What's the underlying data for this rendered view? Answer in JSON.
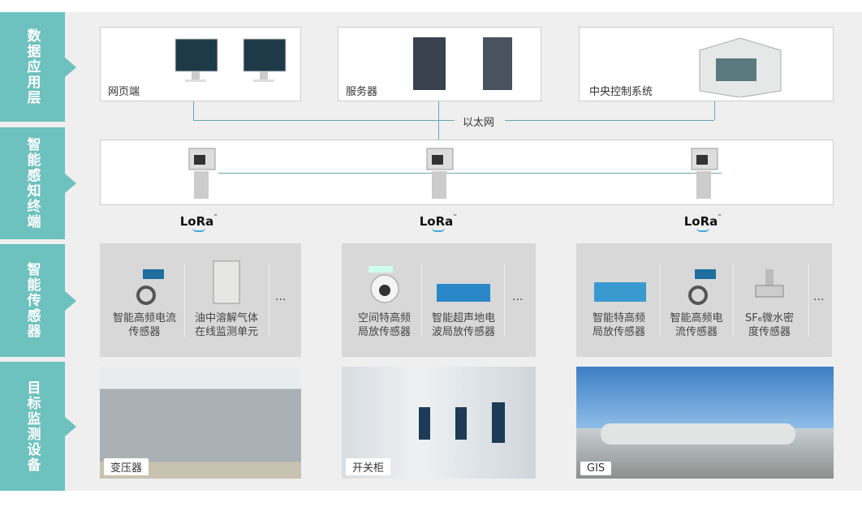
{
  "layers": [
    "数据应用层",
    "智能感知终端",
    "智能传感器",
    "目标监测设备"
  ],
  "application": {
    "items": [
      "网页端",
      "服务器",
      "中央控制系统"
    ],
    "network": "以太网"
  },
  "terminal": {
    "lora_label": "LoRa",
    "tm": "™"
  },
  "sensors": [
    {
      "items": [
        "智能高频电流\n传感器",
        "油中溶解气体\n在线监测单元"
      ],
      "more": "..."
    },
    {
      "items": [
        "空间特高频\n局放传感器",
        "智能超声地电\n波局放传感器"
      ],
      "more": "..."
    },
    {
      "items": [
        "智能特高频\n局放传感器",
        "智能高频电\n流传感器",
        "SF₆微水密\n度传感器"
      ],
      "more": "..."
    }
  ],
  "equipment": [
    "变压器",
    "开关柜",
    "GIS"
  ]
}
